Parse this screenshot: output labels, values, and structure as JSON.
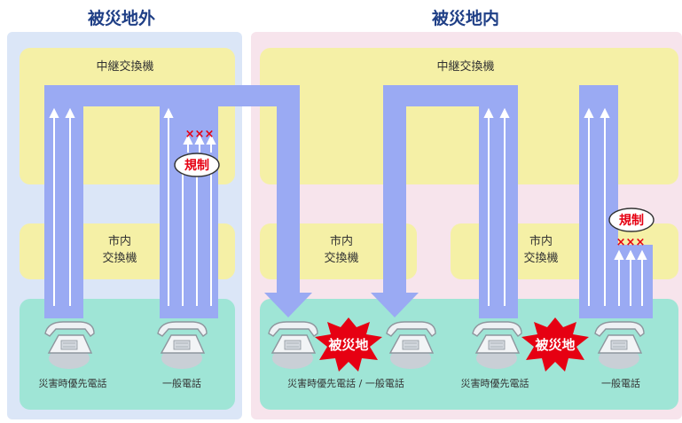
{
  "regions": {
    "outside": {
      "title": "被災地外"
    },
    "inside": {
      "title": "被災地内"
    }
  },
  "labels": {
    "relay_exchange": "中継交換機",
    "local_exchange_l1": "市内",
    "local_exchange_l2": "交換機",
    "restriction": "規制",
    "marks": "×××",
    "disaster_area": "被災地"
  },
  "phones": {
    "outside_priority": "災害時優先電話",
    "outside_general": "一般電話",
    "inside_combined": "災害時優先電話 / 一般電話",
    "inside_priority": "災害時優先電話",
    "inside_general": "一般電話"
  },
  "colors": {
    "outside_bg": "#dbe6f7",
    "inside_bg": "#f7e4ec",
    "exchange_yellow": "#f5f0a6",
    "terminal_teal": "#9fe5d6",
    "flow_blue": "#9aaaf3",
    "burst_red": "#e60012",
    "mark_red": "#e60012",
    "title_blue": "#1f3f86"
  }
}
